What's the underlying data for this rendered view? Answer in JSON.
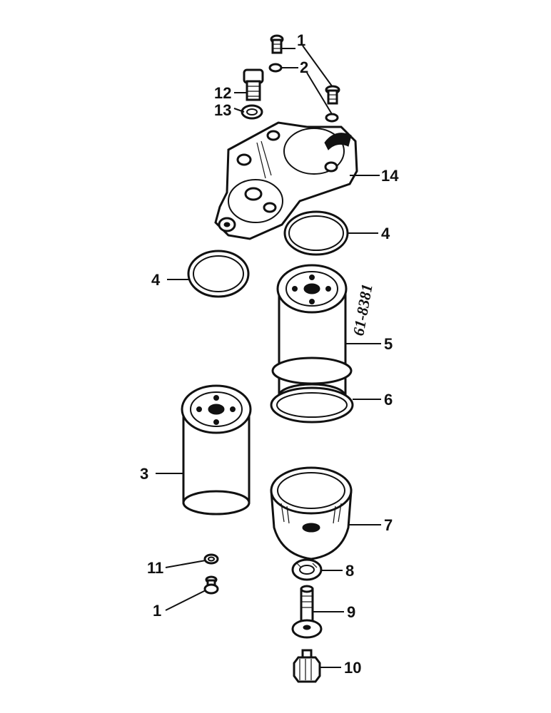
{
  "drawing_number": "61-8381",
  "callouts": {
    "c1_top": "1",
    "c2": "2",
    "c12": "12",
    "c13": "13",
    "c14": "14",
    "c4_right": "4",
    "c4_left": "4",
    "c5": "5",
    "c6": "6",
    "c3": "3",
    "c7": "7",
    "c11": "11",
    "c8": "8",
    "c1_bottom": "1",
    "c9": "9",
    "c10": "10"
  }
}
